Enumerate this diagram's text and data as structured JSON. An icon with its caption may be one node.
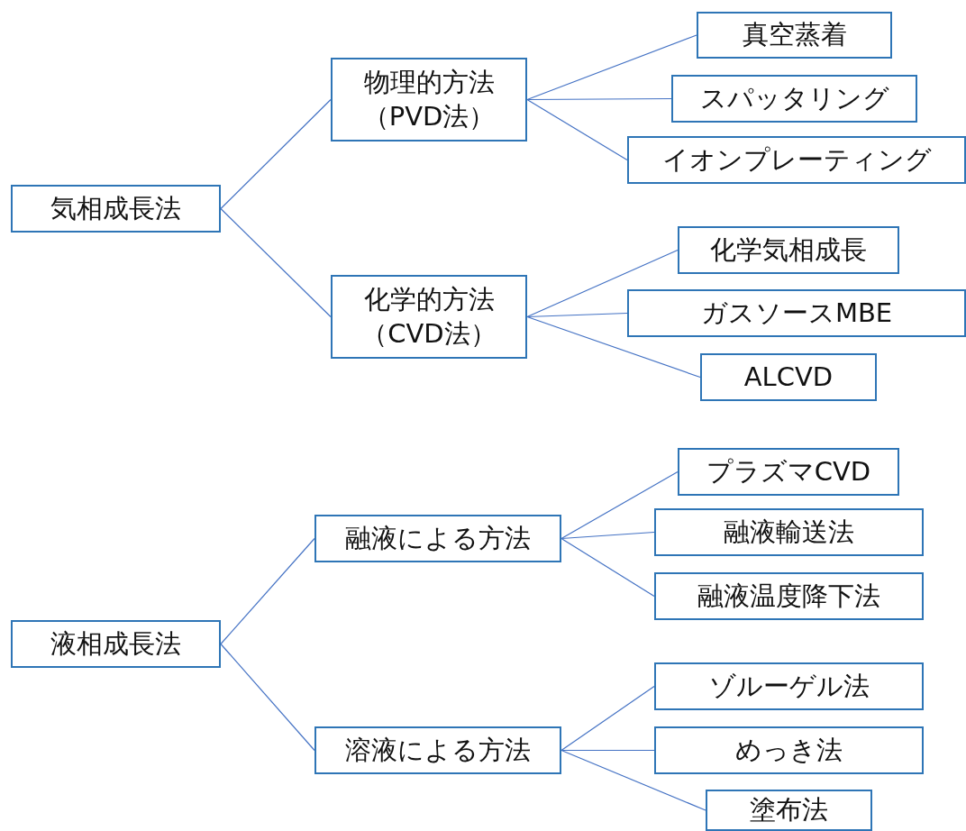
{
  "diagram": {
    "nodes": [
      {
        "text": [
          "気相成長法"
        ]
      },
      {
        "text": [
          "物理的方法（PVD法）"
        ]
      },
      {
        "text": [
          "真空蒸着"
        ]
      },
      {
        "text": [
          "スパッタリング"
        ]
      },
      {
        "text": [
          "イオンプレーティング"
        ]
      },
      {
        "text": [
          "化学的方法（CVD法）"
        ]
      },
      {
        "text": [
          "化学気相成長"
        ]
      },
      {
        "text": [
          "ガスソースMBE"
        ]
      },
      {
        "text": [
          "ALCVD"
        ]
      },
      {
        "text": [
          "液相成長法"
        ]
      },
      {
        "text": [
          "融液による方法"
        ]
      },
      {
        "text": [
          "プラズマCVD"
        ]
      },
      {
        "text": [
          "融液輸送法"
        ]
      },
      {
        "text": [
          "融液温度降下法"
        ]
      },
      {
        "text": [
          "溶液による方法"
        ]
      },
      {
        "text": [
          "ゾルーゲル法"
        ]
      },
      {
        "text": [
          "めっき法"
        ]
      },
      {
        "text": [
          "塗布法"
        ]
      }
    ],
    "edges": [
      {
        "from": 0,
        "to": 1,
        "arrow": "none"
      },
      {
        "from": 0,
        "to": 5,
        "arrow": "none"
      },
      {
        "from": 1,
        "to": 2,
        "arrow": "none"
      },
      {
        "from": 1,
        "to": 3,
        "arrow": "none"
      },
      {
        "from": 1,
        "to": 4,
        "arrow": "none"
      },
      {
        "from": 5,
        "to": 6,
        "arrow": "none"
      },
      {
        "from": 5,
        "to": 7,
        "arrow": "none"
      },
      {
        "from": 5,
        "to": 8,
        "arrow": "none"
      },
      {
        "from": 9,
        "to": 10,
        "arrow": "none"
      },
      {
        "from": 9,
        "to": 14,
        "arrow": "none"
      },
      {
        "from": 10,
        "to": 11,
        "arrow": "none"
      },
      {
        "from": 10,
        "to": 12,
        "arrow": "none"
      },
      {
        "from": 10,
        "to": 13,
        "arrow": "none"
      },
      {
        "from": 14,
        "to": 15,
        "arrow": "none"
      },
      {
        "from": 14,
        "to": 16,
        "arrow": "none"
      },
      {
        "from": 14,
        "to": 17,
        "arrow": "none"
      }
    ]
  }
}
